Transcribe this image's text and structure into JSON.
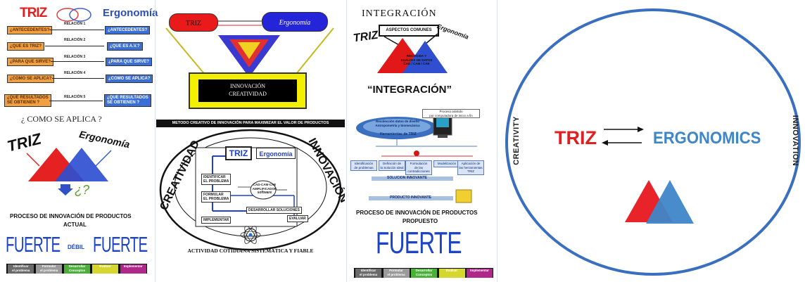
{
  "panel1": {
    "left_title": "TRIZ",
    "right_title": "Ergonomía",
    "rows": [
      {
        "left": "¿ANTECEDENTES?",
        "relation": "RELACIÓN 1",
        "right": "¿ANTECEDENTES?"
      },
      {
        "left": "¿QUE ES TRIZ?",
        "relation": "RELACIÓN 2",
        "right": "¿QUE ES A.V.?"
      },
      {
        "left": "¿PARA QUE SIRVE?",
        "relation": "RELACIÓN 3",
        "right": "¿PARA QUE SIRVE?"
      },
      {
        "left": "¿COMO SE APLICA?",
        "relation": "RELACIÓN 4",
        "right": "¿COMO SE APLICA?"
      },
      {
        "left1": "¿QUE RESULTADOS",
        "left2": "SE OBTIENEN ?",
        "relation": "RELACIÓN 5",
        "right1": "¿QUE RESULTADOS",
        "right2": "SE OBTIENEN ?"
      }
    ],
    "question": "¿ COMO SE APLICA ?",
    "triz": "TRIZ",
    "ergo": "Ergonomía",
    "qmark": "¿?",
    "process_title_1": "PROCESO DE INNOVACIÓN DE PRODUCTOS",
    "process_title_2": "ACTUAL",
    "fuerte_left": "FUERTE",
    "debil": "DÉBIL",
    "fuerte_right": "FUERTE",
    "strip": [
      {
        "l1": "Identificar",
        "l2": "el problema",
        "color": "#6b6b6b"
      },
      {
        "l1": "Formular",
        "l2": "el problema",
        "color": "#9a9a9a"
      },
      {
        "l1": "Desarrollar",
        "l2": "Conceptos",
        "color": "#4caf3a"
      },
      {
        "l1": "Evaluar",
        "l2": "",
        "color": "#d6d630"
      },
      {
        "l1": "Implementar",
        "l2": "",
        "color": "#b0278a"
      }
    ]
  },
  "panel2": {
    "triz": "TRIZ",
    "ergo": "Ergonomía",
    "innov_1": "INNOVACIÓN",
    "innov_2": "CREATIVIDAD",
    "method_title": "METODO CREATIVO DE INNOVACIÓN PARA MAXIMIZAR EL VALOR DE PRODUCTOS",
    "arc_left": "CREATIVIDAD",
    "arc_right": "INNOVACIÓN",
    "inner_triz": "TRIZ",
    "inner_ergo": "Ergonomía",
    "step_identify_1": "IDENTIFICAR",
    "step_identify_2": "EL PROBLEMA",
    "step_formulate_1": "FORMULAR",
    "step_formulate_2": "EL PROBLEMA",
    "step_develop": "DESARROLLAR SOLUCIONES",
    "step_implement": "IMPLEMENTAR",
    "step_evaluate": "EVALUAR",
    "amplifier_1": "CAD-CAM-CAE",
    "amplifier_2": "AMPLIFICADOR",
    "amplifier_3": "software",
    "footer": "ACTIVIDAD COTIDIANA SISTEMÁTICA Y FIABLE"
  },
  "panel3": {
    "title": "INTEGRACIÓN",
    "aspects": "ASPECTOS COMUNES",
    "triz": "TRIZ",
    "ergo": "Ergonomía",
    "tri_1": "RECOGIDA Y",
    "tri_2": "ANÁLISIS DE DATOS",
    "tri_3": "CAD / CAM / CAE",
    "integration": "“INTEGRACIÓN”",
    "computer_1": "Proceso asistido",
    "computer_2": "por computadora de inicio a fin",
    "ellipse_1": "Recolección datos de diseño",
    "ellipse_2": "Antropometría y biomecánica",
    "tools": "Herramientas de TRIZ",
    "steps": [
      {
        "l1": "Identificación",
        "l2": "de problemas"
      },
      {
        "l1": "Definición de",
        "l2": "la Solución Ideal"
      },
      {
        "l1": "Formulación",
        "l2": "de las contradicciones"
      },
      {
        "l1": "Modelización",
        "l2": ""
      },
      {
        "l1": "Aplicación de",
        "l2": "las herramientas TRIZ"
      }
    ],
    "solution": "SOLUCION INNOVANTE",
    "product": "PRODUCTO INNOVANTE",
    "process_1": "PROCESO DE INNOVACIÓN DE PRODUCTOS",
    "process_2": "PROPUESTO",
    "fuerte": "FUERTE",
    "strip": [
      {
        "l1": "Identificar",
        "l2": "el problema",
        "color": "#6b6b6b"
      },
      {
        "l1": "Formular",
        "l2": "el problema",
        "color": "#9a9a9a"
      },
      {
        "l1": "Desarrollar",
        "l2": "Conceptos",
        "color": "#4caf3a"
      },
      {
        "l1": "Evaluar",
        "l2": "",
        "color": "#d6d630"
      },
      {
        "l1": "Implementar",
        "l2": "",
        "color": "#b0278a"
      }
    ]
  },
  "panel4": {
    "creativity": "CREATIVITY",
    "innovation": "INNOVATION",
    "triz": "TRIZ",
    "ergonomics": "ERGONOMICS"
  },
  "colors": {
    "red": "#e02020",
    "blue": "#2f5fd0",
    "ergo_blue": "#3f86c8",
    "ellipse": "#3a6fc0"
  }
}
